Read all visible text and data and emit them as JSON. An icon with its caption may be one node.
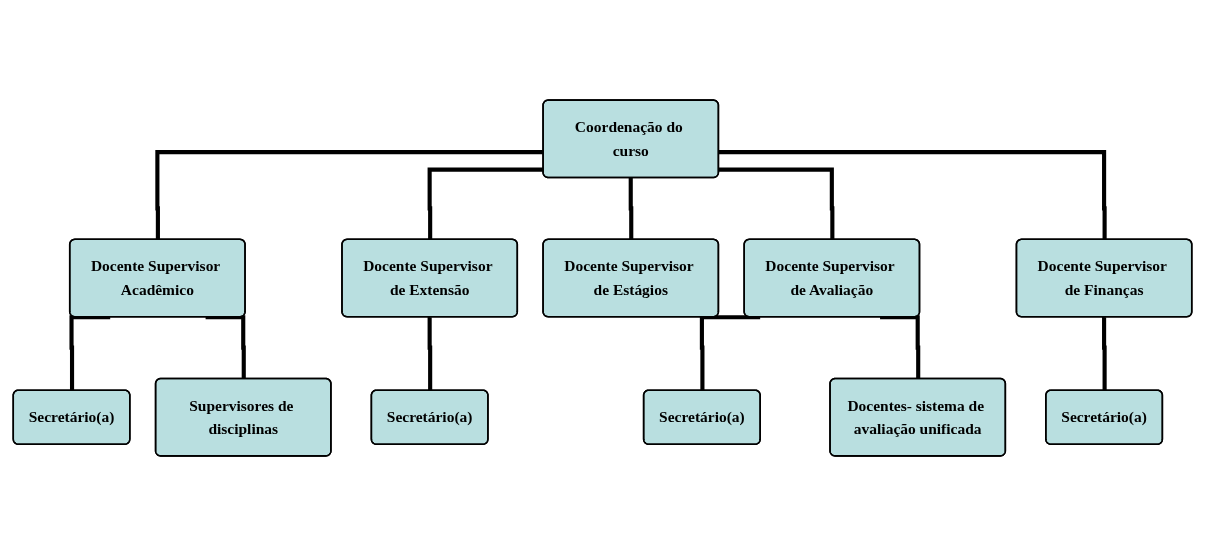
{
  "diagram": {
    "nodes": [
      {
        "text": [
          "Coordenação do curso"
        ]
      },
      {
        "text": [
          "Docente Supervisor Acadêmico"
        ]
      },
      {
        "text": [
          "Docente Supervisor de Extensão"
        ]
      },
      {
        "text": [
          "Docente Supervisor de Estágios"
        ]
      },
      {
        "text": [
          "Docente Supervisor de Avaliação"
        ]
      },
      {
        "text": [
          "Docente Supervisor de Finanças"
        ]
      },
      {
        "text": [
          "Secretário(a)"
        ]
      },
      {
        "text": [
          "Supervisores de disciplinas"
        ]
      },
      {
        "text": [
          "Secretário(a)"
        ]
      },
      {
        "text": [
          "Secretário(a)"
        ]
      },
      {
        "text": [
          "Docentes- sistema de avaliação unificada"
        ]
      },
      {
        "text": [
          "Secretário(a)"
        ]
      }
    ],
    "edges": [
      {
        "from": 0,
        "to": 1,
        "arrow": "none"
      },
      {
        "from": 0,
        "to": 2,
        "arrow": "none"
      },
      {
        "from": 0,
        "to": 3,
        "arrow": "none"
      },
      {
        "from": 0,
        "to": 4,
        "arrow": "none"
      },
      {
        "from": 0,
        "to": 5,
        "arrow": "none"
      },
      {
        "from": 1,
        "to": 6,
        "arrow": "none"
      },
      {
        "from": 1,
        "to": 7,
        "arrow": "none"
      },
      {
        "from": 2,
        "to": 8,
        "arrow": "none"
      },
      {
        "from": 4,
        "to": 9,
        "arrow": "none"
      },
      {
        "from": 4,
        "to": 10,
        "arrow": "none"
      },
      {
        "from": 5,
        "to": 11,
        "arrow": "none"
      }
    ]
  }
}
